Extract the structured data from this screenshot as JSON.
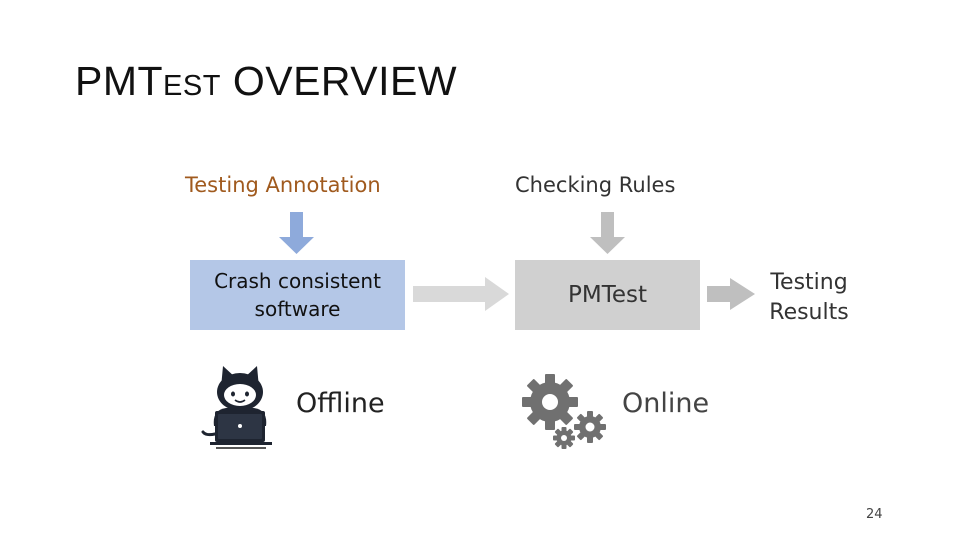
{
  "slide": {
    "title_main_1": "PMT",
    "title_small_caps": "EST",
    "title_main_2": " OVERVIEW",
    "page_number": "24"
  },
  "diagram": {
    "inputs": {
      "testing_annotation": "Testing Annotation",
      "checking_rules": "Checking Rules"
    },
    "nodes": {
      "software_line1": "Crash consistent",
      "software_line2": "software",
      "pmtest": "PMTest",
      "results_line1": "Testing",
      "results_line2": "Results"
    },
    "modes": {
      "offline": "Offline",
      "online": "Online"
    }
  },
  "icons": [
    "developer-cat-icon",
    "gears-icon"
  ],
  "colors": {
    "annotation_text": "#a05a1e",
    "software_box": "#b4c7e7",
    "pmtest_box": "#d0d0d0",
    "down_arrow_blue": "#8eaadb",
    "arrow_gray": "#bfbfbf"
  }
}
